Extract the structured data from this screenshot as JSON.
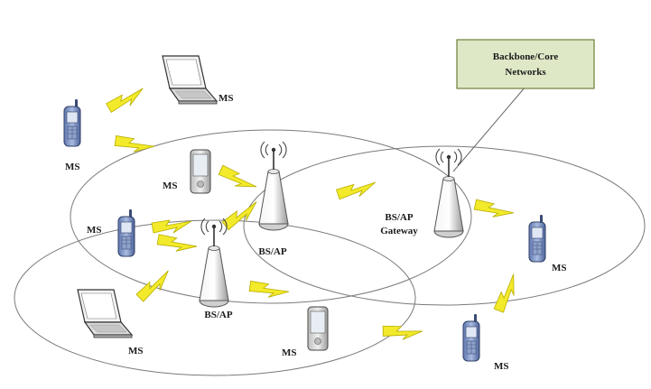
{
  "diagram": {
    "backbone": {
      "line1": "Backbone/Core",
      "line2": "Networks"
    },
    "base_stations": [
      {
        "label": "BS/AP"
      },
      {
        "label": "BS/AP"
      },
      {
        "label_line1": "BS/AP",
        "label_line2": "Gateway"
      }
    ],
    "mobile_stations": [
      {
        "label": "MS"
      },
      {
        "label": "MS"
      },
      {
        "label": "MS"
      },
      {
        "label": "MS"
      },
      {
        "label": "MS"
      },
      {
        "label": "MS"
      },
      {
        "label": "MS"
      },
      {
        "label": "MS"
      }
    ],
    "colors": {
      "backbone_fill": "#dfe8c6",
      "backbone_stroke": "#6d7f3a",
      "link_bolt": "#f2ea2a",
      "bolt_stroke": "#b7ad00",
      "coverage_ring": "#7a7a7a",
      "phone_blue": "#7f96c7"
    }
  }
}
